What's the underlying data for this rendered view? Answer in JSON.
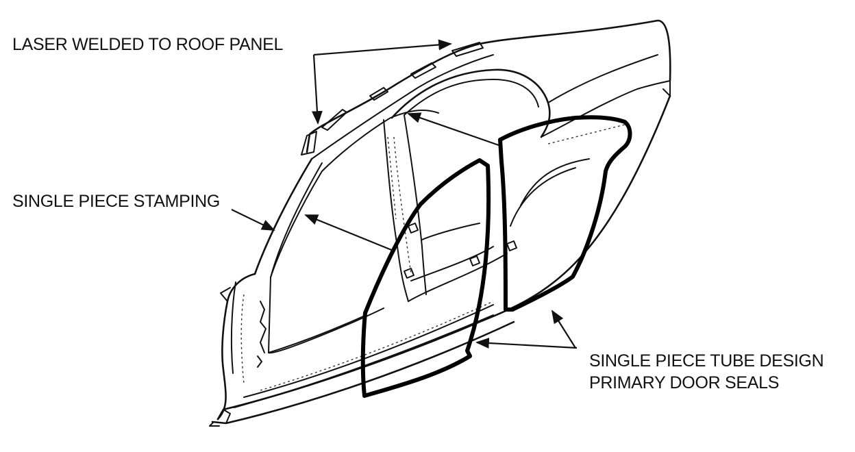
{
  "labels": {
    "laser": "LASER WELDED TO ROOF PANEL",
    "stamping": "SINGLE PIECE STAMPING",
    "seals_line1": "SINGLE PIECE TUBE DESIGN",
    "seals_line2": "PRIMARY DOOR SEALS"
  }
}
